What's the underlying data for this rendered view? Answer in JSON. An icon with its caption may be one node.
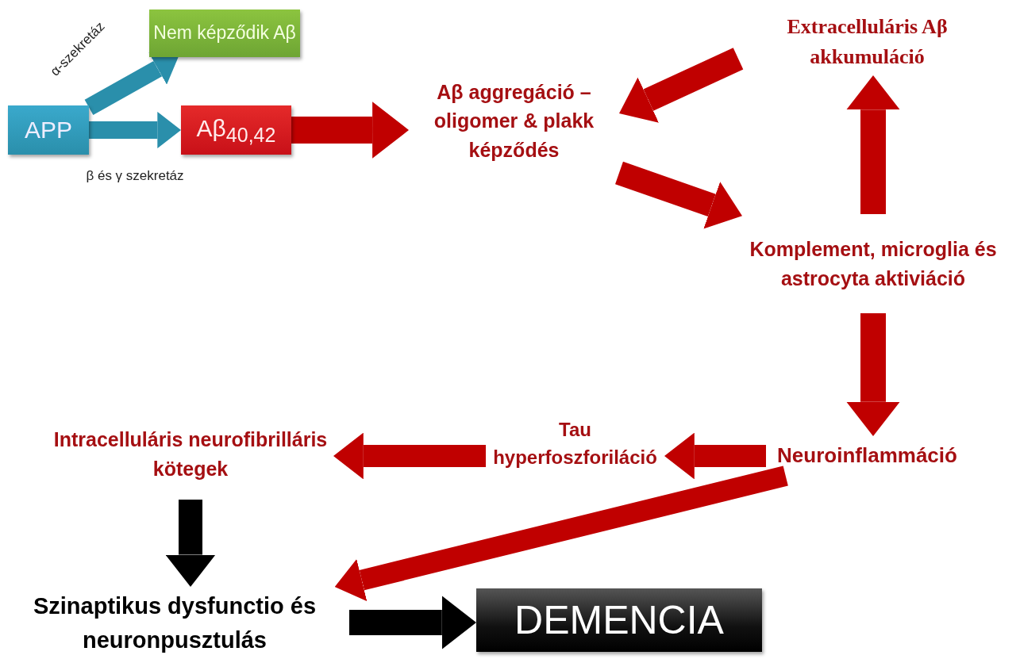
{
  "diagram": {
    "nodes": [
      {
        "text": [
          "APP"
        ]
      },
      {
        "text": [
          "Nem képződik Aβ"
        ]
      },
      {
        "text": [
          "Aβ$_{40,42}$"
        ]
      },
      {
        "text": [
          "Aβ aggregáció – oligomer & plakk képződés"
        ]
      },
      {
        "text": [
          "Extracelluláris Aβ akkumuláció"
        ]
      },
      {
        "text": [
          "Komplement, microglia és astrocyta aktiviáció"
        ]
      },
      {
        "text": [
          "Neuroinflammáció"
        ]
      },
      {
        "text": [
          "Tau hyperfoszforiláció"
        ]
      },
      {
        "text": [
          "Intracelluláris neurofibrilláris kötegek"
        ]
      },
      {
        "text": [
          "Szinaptikus dysfunctio és neuronpusztulás"
        ]
      },
      {
        "text": [
          "DEMENCIA"
        ]
      }
    ],
    "edges": [
      {
        "from": 0,
        "to": 1,
        "arrow": "to",
        "label": "α-szekretáz",
        "color": "#2a8fab"
      },
      {
        "from": 0,
        "to": 2,
        "arrow": "to",
        "label": "β és γ szekretáz",
        "color": "#2a8fab"
      },
      {
        "from": 2,
        "to": 3,
        "arrow": "to"
      },
      {
        "from": 4,
        "to": 3,
        "arrow": "to"
      },
      {
        "from": 3,
        "to": 5,
        "arrow": "to"
      },
      {
        "from": 5,
        "to": 4,
        "arrow": "to"
      },
      {
        "from": 5,
        "to": 6,
        "arrow": "to"
      },
      {
        "from": 6,
        "to": 7,
        "arrow": "to"
      },
      {
        "from": 7,
        "to": 8,
        "arrow": "to"
      },
      {
        "from": 8,
        "to": 9,
        "arrow": "to",
        "color": "#000000"
      },
      {
        "from": 6,
        "to": 9,
        "arrow": "to"
      },
      {
        "from": 9,
        "to": 10,
        "arrow": "to",
        "color": "#000000"
      }
    ]
  }
}
